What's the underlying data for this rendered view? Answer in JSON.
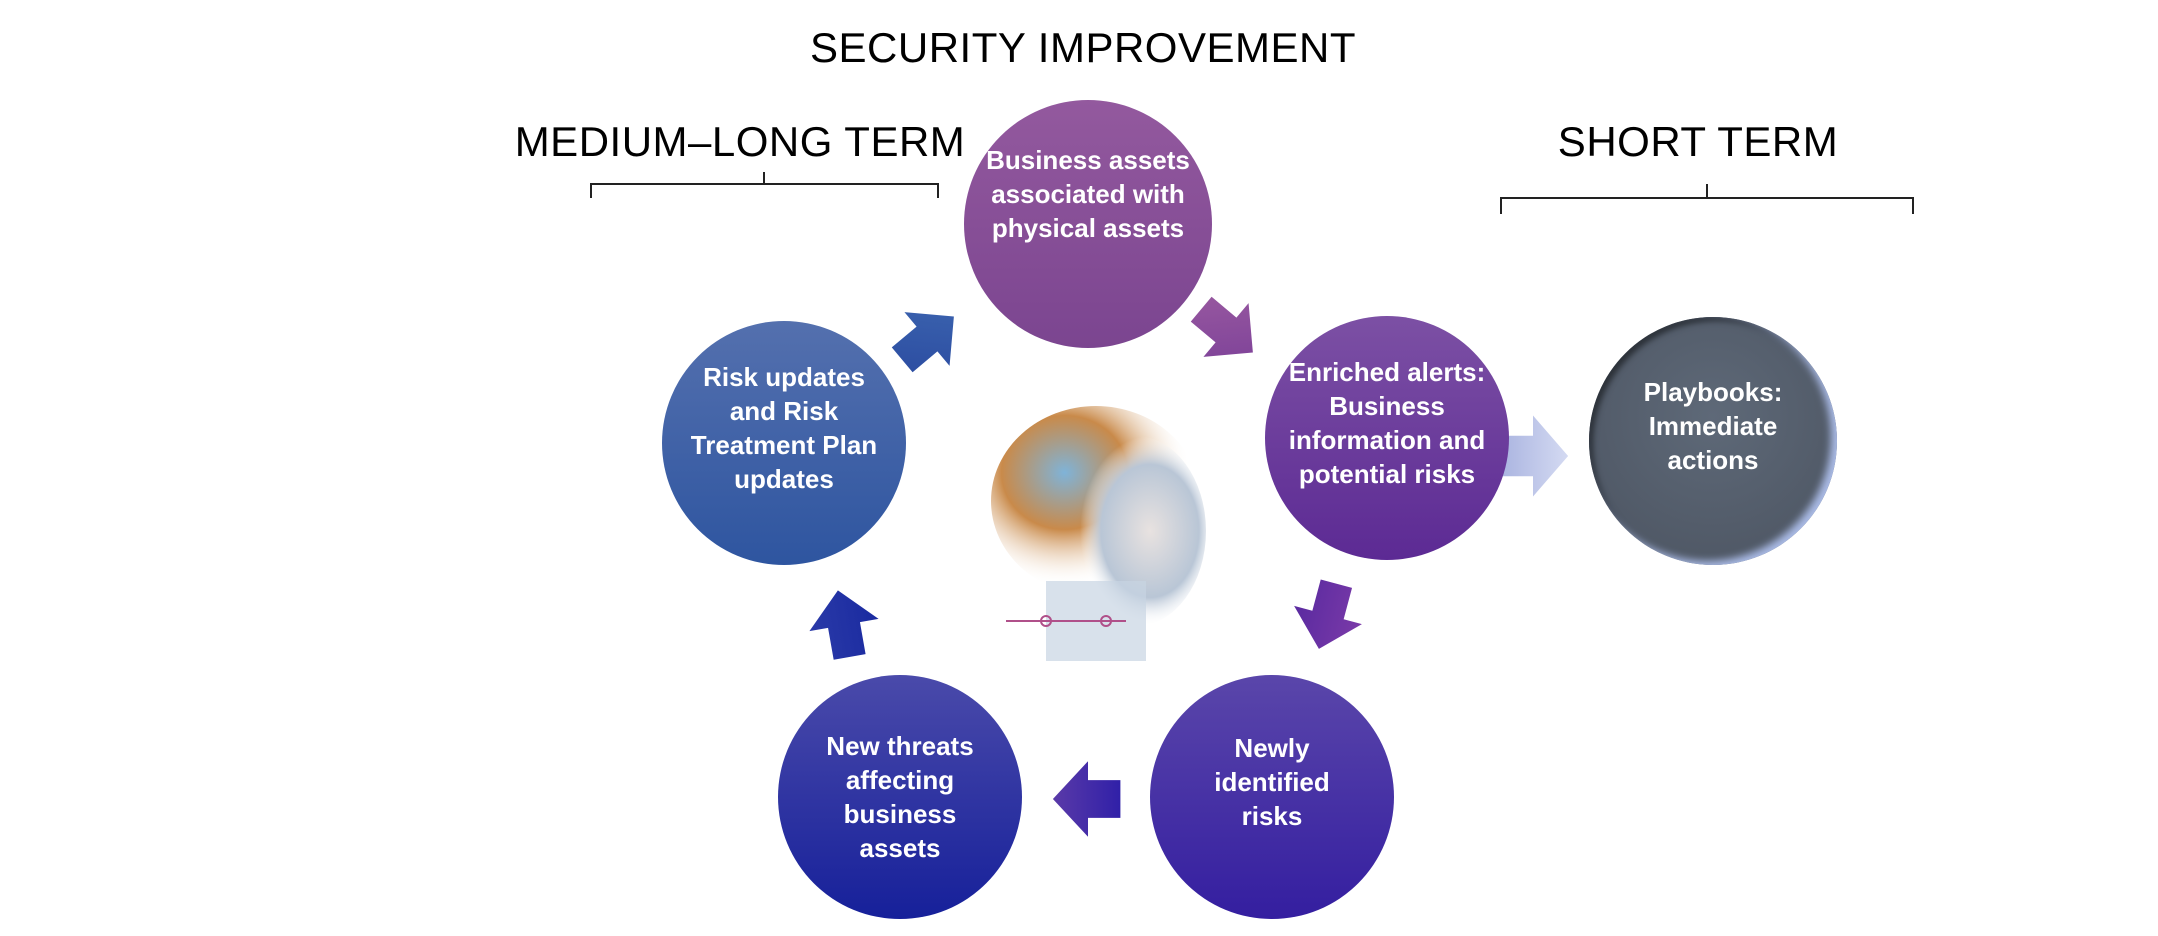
{
  "title": "SECURITY IMPROVEMENT",
  "left_label": "MEDIUM–LONG TERM",
  "right_label": "SHORT TERM",
  "nodes": {
    "business_assets": "Business assets associated with physical assets",
    "enriched_alerts": "Enriched alerts: Business information and potential risks",
    "playbooks": "Playbooks: Immediate actions",
    "newly_identified": "Newly identified risks",
    "new_threats": "New threats affecting business assets",
    "risk_updates": "Risk updates and Risk Treatment Plan updates"
  },
  "colors": {
    "purple_top": "#8a5199",
    "purple_mid": "#6f3a9e",
    "indigo": "#3f2aa0",
    "blue": "#2e3d9e",
    "steel_blue": "#3b63a6",
    "gray": "#545e6b",
    "pale_arrow": "#b8c0e4"
  }
}
